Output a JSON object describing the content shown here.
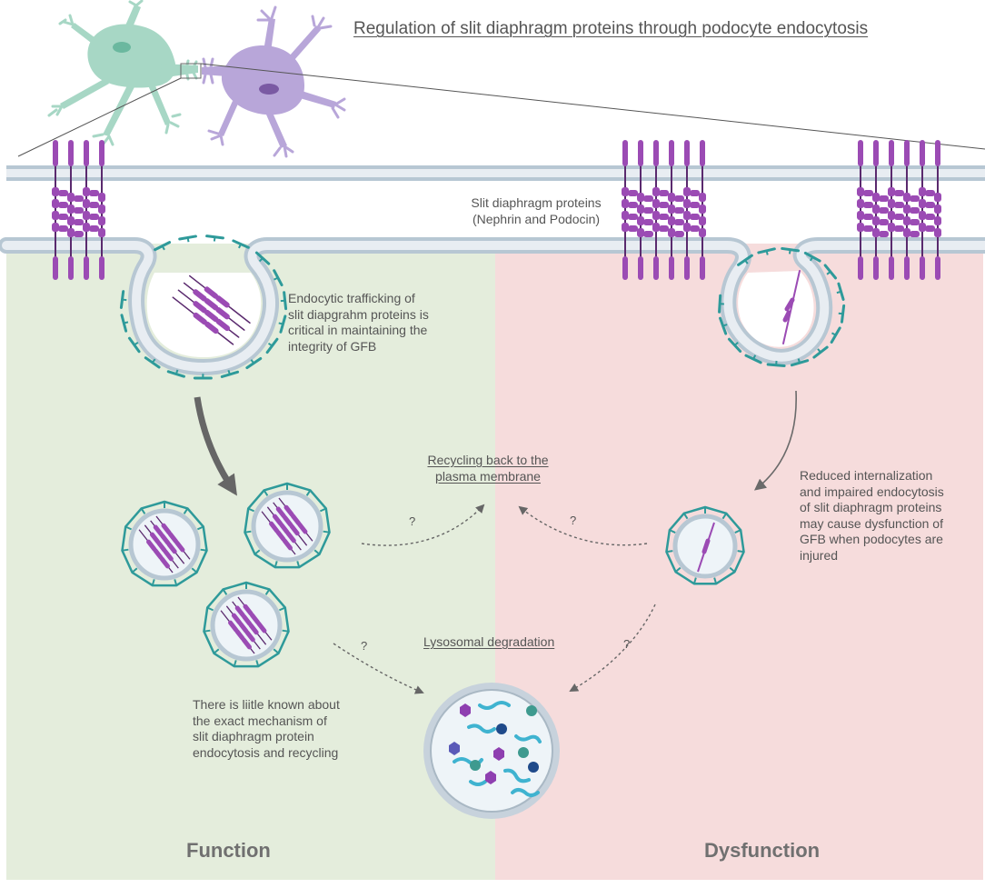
{
  "title": "Regulation of slit diaphragm proteins through podocyte endocytosis",
  "labels": {
    "slit_proteins": "Slit diaphragm proteins\n(Nephrin and Podocin)",
    "endocytic_trafficking": "Endocytic trafficking of\nslit diapgrahm proteins is\ncritical in maintaining the\nintegrity of GFB",
    "recycling": "Recycling back  to the\nplasma membrane",
    "reduced_internalization": "Reduced internalization\nand impaired endocytosis\nof slit diaphragm proteins\nmay cause dysfunction of\nGFB when podocytes are\ninjured",
    "lysosomal": "Lysosomal degradation",
    "little_known": "There is liitle known about\nthe exact mechanism of\nslit diaphragm protein\nendocytosis and recycling",
    "question_mark": "?"
  },
  "panels": {
    "function": "Function",
    "dysfunction": "Dysfunction"
  },
  "colors": {
    "function_bg": "#e4eddc",
    "dysfunction_bg": "#f6dcdc",
    "membrane": "#b7c7d3",
    "membrane_inner": "#e8edf2",
    "protein": "#9b4bb4",
    "protein_dark": "#5a2a6e",
    "clathrin": "#2e9a9a",
    "cell_green": "#a7d7c5",
    "cell_purple": "#b8a6d9"
  }
}
